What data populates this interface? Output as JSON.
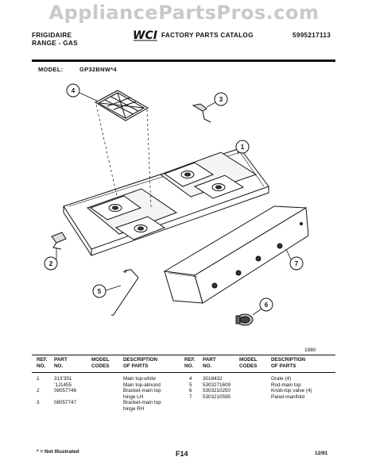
{
  "watermark": "AppliancePartsPros.com",
  "header": {
    "brand_line1": "FRIGIDAIRE",
    "brand_line2": "RANGE - GAS",
    "logo_text": "WCI",
    "catalog_title": "FACTORY PARTS CATALOG",
    "catalog_number": "5995217113"
  },
  "model": {
    "label": "MODEL:",
    "value": "GP32BNW*4"
  },
  "diagram": {
    "callouts": [
      "1",
      "2",
      "3",
      "4",
      "5",
      "6",
      "7"
    ]
  },
  "year": "1980",
  "table": {
    "headers": {
      "ref_no": [
        "REF.",
        "NO."
      ],
      "part_no": [
        "PART",
        "NO."
      ],
      "model_codes": [
        "MODEL",
        "CODES"
      ],
      "description": [
        "DESCRIPTION",
        "OF PARTS"
      ]
    },
    "left_rows": [
      {
        "ref": "1",
        "part": "313ʻ351",
        "codes": "",
        "desc": "Main top-white"
      },
      {
        "ref": "",
        "part": "ʻ1J1455",
        "codes": "",
        "desc": "Main top-almond"
      },
      {
        "ref": "2",
        "part": "08057746",
        "codes": "",
        "desc": "Bracket-main top"
      },
      {
        "ref": "",
        "part": "",
        "codes": "",
        "desc": "hinge LH"
      },
      {
        "ref": "3",
        "part": "08057747",
        "codes": "",
        "desc": "Bracket-main top"
      },
      {
        "ref": "",
        "part": "",
        "codes": "",
        "desc": "hinge RH"
      }
    ],
    "right_rows": [
      {
        "ref": "4",
        "part": "3018432",
        "codes": "",
        "desc": "Grate (4)"
      },
      {
        "ref": "5",
        "part": "5303271609",
        "codes": "",
        "desc": "Rod-main top"
      },
      {
        "ref": "6",
        "part": "5303210250",
        "codes": "",
        "desc": "Knob-top valve (4)"
      },
      {
        "ref": "7",
        "part": "5303210595",
        "codes": "",
        "desc": "Panel-manifold"
      }
    ]
  },
  "footer": {
    "note": "* = Not Illustrated",
    "page_id": "F14",
    "date": "12/91"
  }
}
